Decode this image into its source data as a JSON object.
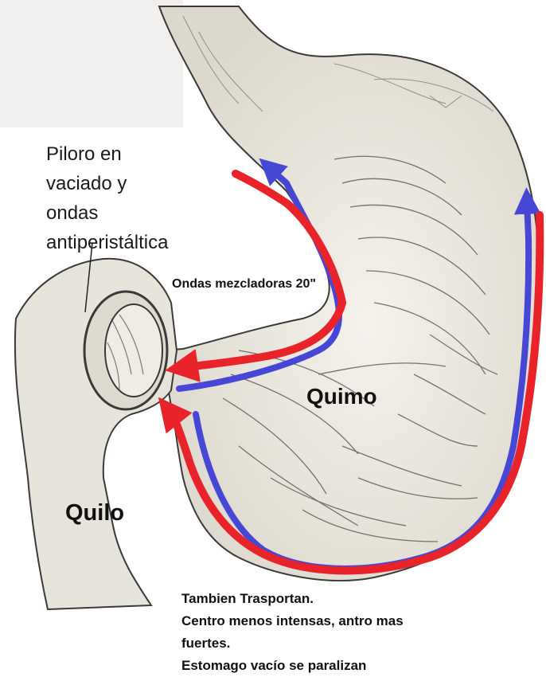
{
  "labels": {
    "piloro": [
      "Piloro en",
      "vaciado y",
      "ondas",
      "antiperistáltica"
    ],
    "ondas_mezcladoras": "Ondas mezcladoras 20\"",
    "quimo": "Quimo",
    "quilo": "Quilo",
    "notes": [
      "Tambien Trasportan.",
      "Centro menos intensas, antro mas",
      "fuertes.",
      "Estomago vacío se paralizan"
    ]
  },
  "colors": {
    "wave_red": "#e8232a",
    "wave_blue": "#4747d6",
    "sketch_fill": "#e9e6de",
    "sketch_line": "#3a3a3a"
  },
  "icons": {
    "red_arrows": "arrowhead",
    "blue_arrows": "arrowhead"
  }
}
